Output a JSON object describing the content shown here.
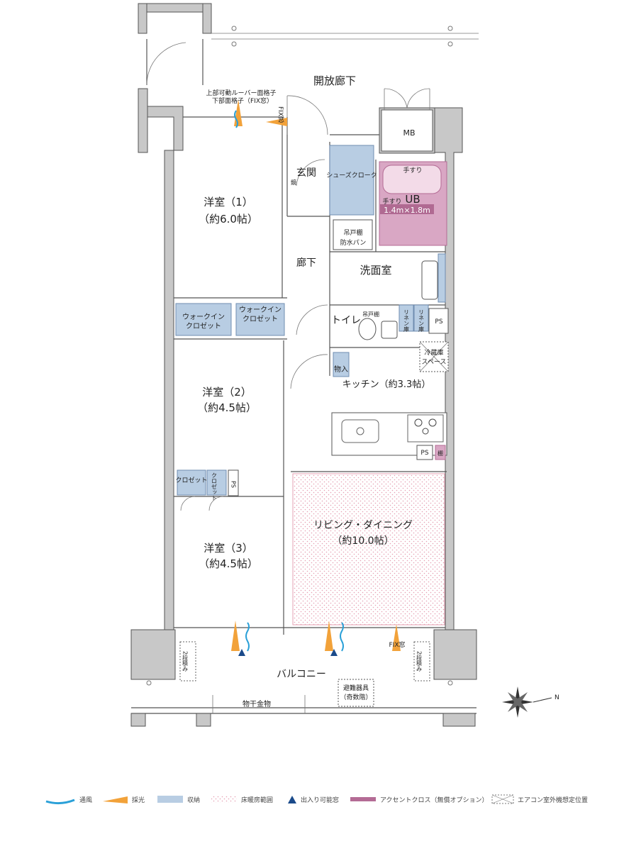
{
  "rooms": {
    "corridor_open": "開放廊下",
    "louver_top": "上部可動ルーバー面格子",
    "louver_bottom": "下部面格子（FIX窓）",
    "fix_window_v": "FIX窓",
    "mb": "MB",
    "entrance": "玄関",
    "mirror": "鏡",
    "shoes_cloak": "シューズクローク",
    "ub_handrail_1": "手すり",
    "ub_handrail_2": "手すり",
    "ub": "UB",
    "ub_size": "1.4m×1.8m",
    "hanging_shelf_1": "吊戸棚",
    "waterproof_pan": "防水パン",
    "hallway": "廊下",
    "washroom": "洗面室",
    "room1_name": "洋室（1）",
    "room1_size": "（約6.0帖）",
    "wic1_line1": "ウォークイン",
    "wic1_line2": "クロゼット",
    "wic2_line1": "ウォークイン",
    "wic2_line2": "クロゼット",
    "toilet": "トイレ",
    "hanging_shelf_2": "吊戸棚",
    "linen1": "リネン庫",
    "linen2": "リネン庫",
    "ps1": "PS",
    "fridge_line1": "冷蔵庫",
    "fridge_line2": "スペース",
    "storage": "物入",
    "kitchen": "キッチン（約3.3帖）",
    "room2_name": "洋室（2）",
    "room2_size": "（約4.5帖）",
    "ps2": "PS",
    "shelf": "棚",
    "closet1": "クロゼット",
    "closet2": "クロゼット",
    "ps3": "PS",
    "living_name": "リビング・ダイニング",
    "living_size": "（約10.0帖）",
    "room3_name": "洋室（3）",
    "room3_size": "（約4.5帖）",
    "fix_window_h": "FIX窓",
    "ac_left": "2段積み",
    "ac_right": "2段積み",
    "balcony": "バルコニー",
    "evac_line1": "避難器具",
    "evac_line2": "（奇数階）",
    "laundry_pole": "物干金物",
    "compass_n": "N"
  },
  "legend": {
    "ventilation": "通風",
    "daylight": "採光",
    "storage": "収納",
    "floor_heating": "床暖房範囲",
    "door_window": "出入り可能窓",
    "accent_cloth": "アクセントクロス（無償オプション）",
    "ac_unit": "エアコン室外機想定位置"
  },
  "colors": {
    "ventilation": "#2aa0d8",
    "daylight": "#f2a23a",
    "storage": "#b8cde3",
    "floor_heating": "#e8a7b8",
    "door_window": "#1a4a8a",
    "accent": "#d9a7c4",
    "wall": "#c8c8c8"
  }
}
